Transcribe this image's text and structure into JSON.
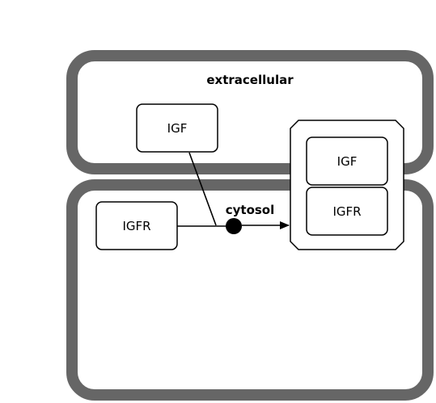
{
  "compartments": {
    "extracellular": {
      "label": "extracellular"
    },
    "cytosol": {
      "label": "cytosol"
    }
  },
  "nodes": {
    "igf": {
      "label": "IGF"
    },
    "igfr": {
      "label": "IGFR"
    }
  },
  "complex": {
    "igf": {
      "label": "IGF"
    },
    "igfr": {
      "label": "IGFR"
    }
  },
  "colors": {
    "compartment_border": "#666666",
    "node_border": "#000000",
    "background": "#ffffff"
  }
}
